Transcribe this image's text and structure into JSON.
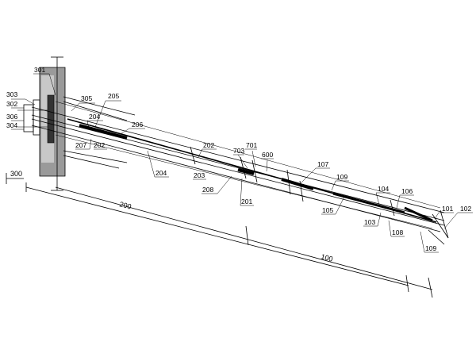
{
  "diagram": {
    "part_labels": {
      "l301": "301",
      "l303": "303",
      "l302": "302",
      "l306": "306",
      "l304": "304",
      "l305": "305",
      "l205": "205",
      "l204a": "204",
      "l206": "206",
      "l207": "207",
      "l202a": "202",
      "l204b": "204",
      "l202b": "202",
      "l203": "203",
      "l208": "208",
      "l703": "703",
      "l701": "701",
      "l600": "600",
      "l201": "201",
      "l107": "107",
      "l109a": "109",
      "l104": "104",
      "l106": "106",
      "l105": "105",
      "l103": "103",
      "l108": "108",
      "l101": "101",
      "l102": "102",
      "l109b": "109"
    },
    "dimensions": {
      "left_offset": "300",
      "segment_a": "200",
      "segment_b": "100"
    }
  }
}
